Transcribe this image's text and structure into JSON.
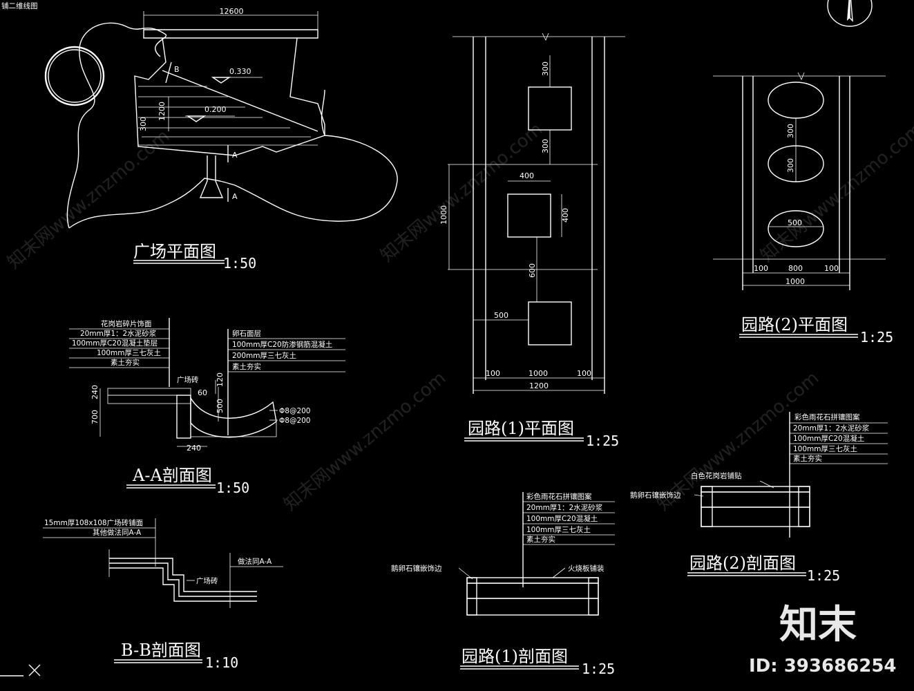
{
  "sheet": {
    "header_title": "铺二维线图",
    "plaza": {
      "title": "广场平面图",
      "scale": "1:50",
      "dim_width": "12600",
      "elev1": "0.330",
      "elev2": "0.200",
      "dim_a": "1200",
      "dim_b": "300",
      "tag_b": "B",
      "tag_a1": "A",
      "tag_a2": "A"
    },
    "path1_plan": {
      "title": "园路(1)平面图",
      "scale": "1:25",
      "d300a": "300",
      "d300b": "300",
      "d400a": "400",
      "d400b": "400",
      "d1000": "1000",
      "d600": "600",
      "d500": "500",
      "b100l": "100",
      "b1000": "1000",
      "b100r": "100",
      "b1200": "1200"
    },
    "path2_plan": {
      "title": "园路(2)平面图",
      "scale": "1:25",
      "d300a": "300",
      "d300b": "300",
      "d500": "500",
      "b100l": "100",
      "b800": "800",
      "b100r": "100",
      "b1000": "1000"
    },
    "section_aa": {
      "title": "A-A剖面图",
      "scale": "1:50",
      "left_layers": [
        "花岗岩碎片饰面",
        "20mm厚1：2水泥砂浆",
        "100mm厚C20混凝土垫层",
        "100mm厚三七灰土",
        "素土夯实"
      ],
      "right_layers": [
        "卵石面层",
        "100mm厚C20防渗钢筋混凝土",
        "200mm厚三七灰土",
        "素土夯实"
      ],
      "brick_label": "广场砖",
      "d120": "120",
      "d60": "60",
      "d500": "500",
      "d240a": "240",
      "d700": "700",
      "d240b": "240",
      "rebar1": "Φ8@200",
      "rebar2": "Φ8@200"
    },
    "section_bb": {
      "title": "B-B剖面图",
      "scale": "1:10",
      "note1": "15mm厚108x108广场砖铺面",
      "note2": "其他做法同A-A",
      "note3": "做法同A-A",
      "brick_label": "广场砖"
    },
    "path1_section": {
      "title": "园路(1)剖面图",
      "scale": "1:25",
      "layers": [
        "彩色雨花石拼镶图案",
        "20mm厚1：2水泥砂浆",
        "100mm厚C20混凝土",
        "100mm厚三七灰土",
        "素土夯实"
      ],
      "edge": "鹅卵石镶嵌饰边",
      "slab": "火烧板铺装"
    },
    "path2_section": {
      "title": "园路(2)剖面图",
      "scale": "1:25",
      "layers": [
        "彩色雨花石拼镶图案",
        "20mm厚1：2水泥砂浆",
        "100mm厚C20混凝土",
        "100mm厚三七灰土",
        "素土夯实"
      ],
      "white": "白色花岗岩铺贴",
      "edge": "鹅卵石镶嵌饰边"
    }
  },
  "watermark": {
    "text": "知末网www.znzmo.com",
    "brand": "知末",
    "id": "ID: 393686254"
  }
}
